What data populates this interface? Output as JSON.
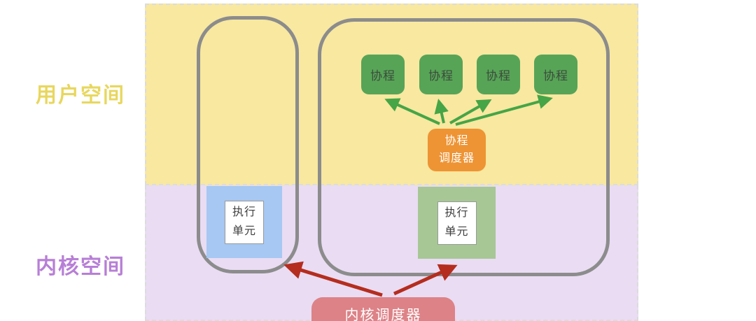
{
  "colors": {
    "user-space-bg": "#f8e8a0",
    "kernel-space-bg": "#e9dcf3",
    "user-label": "#e8d75e",
    "kernel-label": "#b77fd6",
    "container-stroke": "#8c8c8c",
    "coroutine-bg": "#57a457",
    "coroutine-text": "#3c4b3c",
    "coroutine-scheduler-bg": "#ee9434",
    "exec-blue-bg": "#a6c8f2",
    "exec-green-bg": "#a7c795",
    "exec-inner-bg": "#ffffff",
    "exec-inner-border": "#9a9a9a",
    "exec-text": "#3f3f3f",
    "kernel-scheduler-bg": "#dd8287",
    "green-arrow": "#46a546",
    "red-arrow": "#b52d1e",
    "white-text": "#ffffff"
  },
  "regions": {
    "user_space_label": "用户空间",
    "kernel_space_label": "内核空间"
  },
  "nodes": {
    "coroutines": [
      "协程",
      "协程",
      "协程",
      "协程"
    ],
    "coroutine_scheduler": {
      "line1": "协程",
      "line2": "调度器"
    },
    "execution_unit_left": {
      "line1": "执行",
      "line2": "单元"
    },
    "execution_unit_right": {
      "line1": "执行",
      "line2": "单元"
    },
    "kernel_scheduler_label": "内核调度器"
  }
}
